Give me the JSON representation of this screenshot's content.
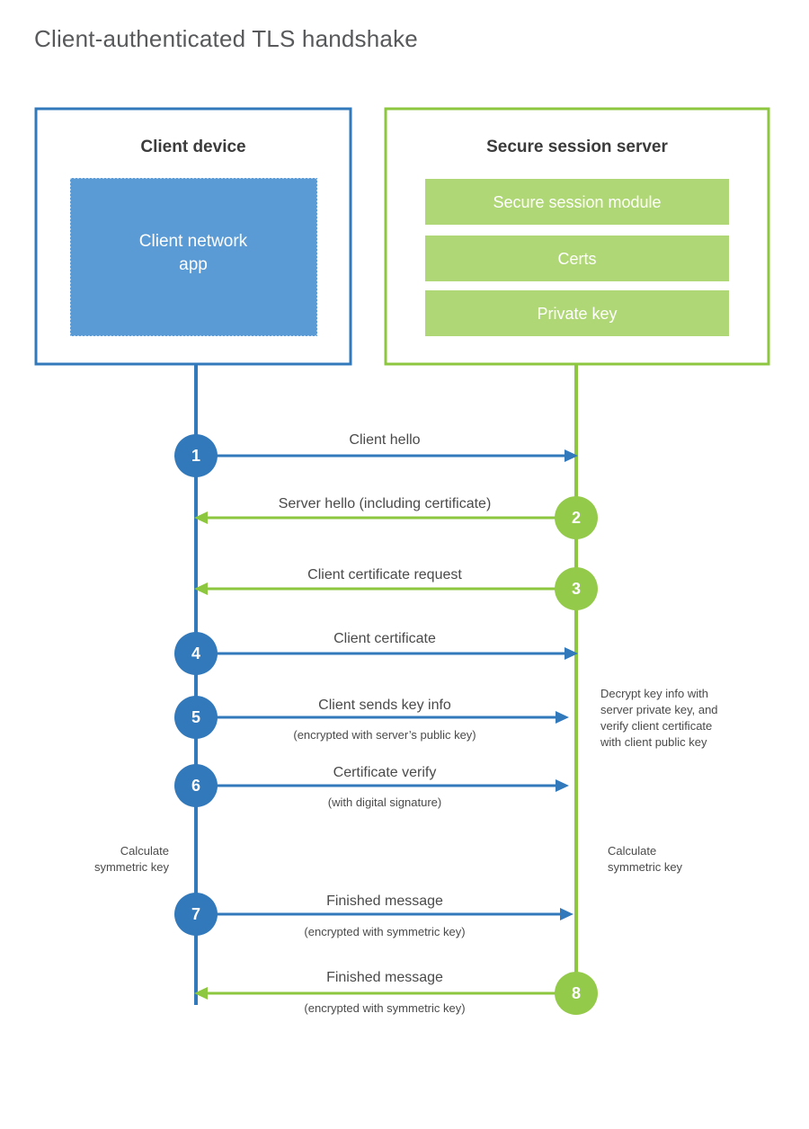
{
  "title": "Client-authenticated TLS handshake",
  "colors": {
    "client_blue": "#3279bb",
    "client_app_fill": "#5b9bd5",
    "server_green": "#8dc63f",
    "server_bar_fill": "#b0d776",
    "server_circle": "#94ca4a",
    "text": "#4a4a4a",
    "title_text": "#58595b",
    "background": "#ffffff"
  },
  "participants": {
    "client": {
      "title": "Client device",
      "app_label_line1": "Client network",
      "app_label_line2": "app"
    },
    "server": {
      "title": "Secure session server",
      "bars": [
        "Secure session module",
        "Certs",
        "Private key"
      ]
    }
  },
  "chart_data": {
    "type": "sequence-diagram",
    "lifelines": [
      "Client device",
      "Secure session server"
    ],
    "steps": [
      {
        "number": "1",
        "label": "Client hello",
        "sub": "",
        "direction": "client-to-server",
        "color": "client"
      },
      {
        "number": "2",
        "label": "Server hello (including certificate)",
        "sub": "",
        "direction": "server-to-client",
        "color": "server"
      },
      {
        "number": "3",
        "label": "Client certificate request",
        "sub": "",
        "direction": "server-to-client",
        "color": "server"
      },
      {
        "number": "4",
        "label": "Client certificate",
        "sub": "",
        "direction": "client-to-server",
        "color": "client"
      },
      {
        "number": "5",
        "label": "Client sends key info",
        "sub": "(encrypted with server’s public key)",
        "direction": "client-to-server",
        "color": "client"
      },
      {
        "number": "6",
        "label": "Certificate verify",
        "sub": "(with digital signature)",
        "direction": "client-to-server",
        "color": "client"
      },
      {
        "number": "7",
        "label": "Finished message",
        "sub": "(encrypted with symmetric key)",
        "direction": "client-to-server",
        "color": "client"
      },
      {
        "number": "8",
        "label": "Finished message",
        "sub": "(encrypted with symmetric key)",
        "direction": "server-to-client",
        "color": "server"
      }
    ]
  },
  "notes": {
    "server_decrypt": [
      "Decrypt key info with",
      "server private key, and",
      "verify client certificate",
      "with client public key"
    ],
    "client_calculate": [
      "Calculate",
      "symmetric key"
    ],
    "server_calculate": [
      "Calculate",
      "symmetric key"
    ]
  }
}
